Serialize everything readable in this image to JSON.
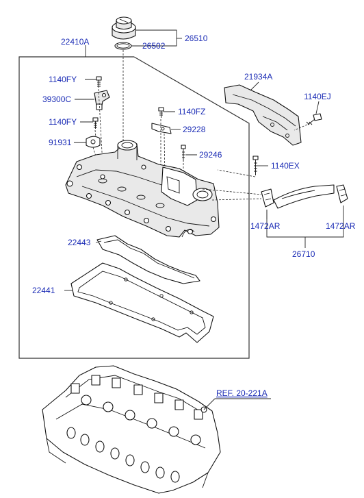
{
  "labels": {
    "p26510": "26510",
    "p26502": "26502",
    "p22410A": "22410A",
    "p1140FY_a": "1140FY",
    "p39300C": "39300C",
    "p1140FY_b": "1140FY",
    "p91931": "91931",
    "p1140FZ": "1140FZ",
    "p29228": "29228",
    "p29246": "29246",
    "p21934A": "21934A",
    "p1140EJ": "1140EJ",
    "p1140EX": "1140EX",
    "p1472AR_a": "1472AR",
    "p1472AR_b": "1472AR",
    "p26710": "26710",
    "p22443": "22443",
    "p22441": "22441",
    "ref": "REF. 20-221A"
  },
  "colors": {
    "label_text": "#1a2bb5",
    "line_art": "#111111",
    "background": "#ffffff"
  }
}
